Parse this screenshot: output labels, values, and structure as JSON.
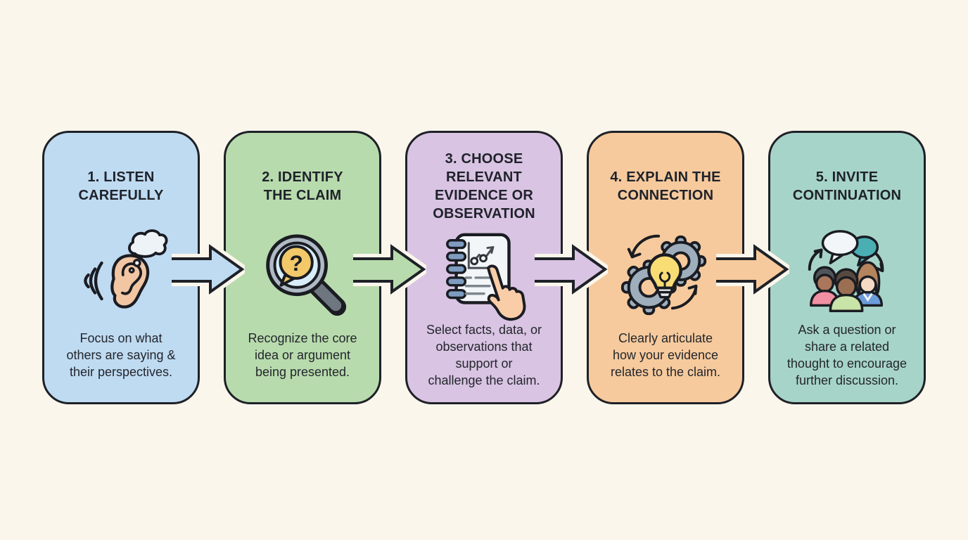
{
  "canvas": {
    "background": "#FBF6EC"
  },
  "style": {
    "card_border": "#1E2127",
    "title_color": "#1F222A",
    "desc_color": "#23262C",
    "arrow_outline": "#1E2127",
    "arrow_halo": "#FBF6EC"
  },
  "steps": [
    {
      "id": 1,
      "title": "1. LISTEN\nCAREFULLY",
      "description": "Focus on what\nothers are saying &\ntheir perspectives.",
      "color": "#BFDBF2",
      "icon": "ear-listening-icon"
    },
    {
      "id": 2,
      "title": "2. IDENTIFY\nTHE CLAIM",
      "description": "Recognize the core\nidea or argument\nbeing presented.",
      "color": "#B8DBAD",
      "icon": "magnifier-question-icon"
    },
    {
      "id": 3,
      "title": "3. CHOOSE\nRELEVANT\nEVIDENCE OR\nOBSERVATION",
      "description": "Select facts, data, or\nobservations that\nsupport or\nchallenge the claim.",
      "color": "#D9C4E3",
      "icon": "notebook-chart-hand-icon"
    },
    {
      "id": 4,
      "title": "4. EXPLAIN THE\nCONNECTION",
      "description": "Clearly articulate\nhow your evidence\nrelates to the claim.",
      "color": "#F6CA9D",
      "icon": "gears-lightbulb-icon"
    },
    {
      "id": 5,
      "title": "5. INVITE\nCONTINUATION",
      "description": "Ask a question or\nshare a related\nthought to encourage\nfurther discussion.",
      "color": "#A7D4C9",
      "icon": "people-discussion-icon"
    }
  ],
  "arrows": [
    {
      "from": 1,
      "to": 2,
      "color": "#BFDBF2"
    },
    {
      "from": 2,
      "to": 3,
      "color": "#B8DBAD"
    },
    {
      "from": 3,
      "to": 4,
      "color": "#D9C4E3"
    },
    {
      "from": 4,
      "to": 5,
      "color": "#F6CA9D"
    }
  ]
}
